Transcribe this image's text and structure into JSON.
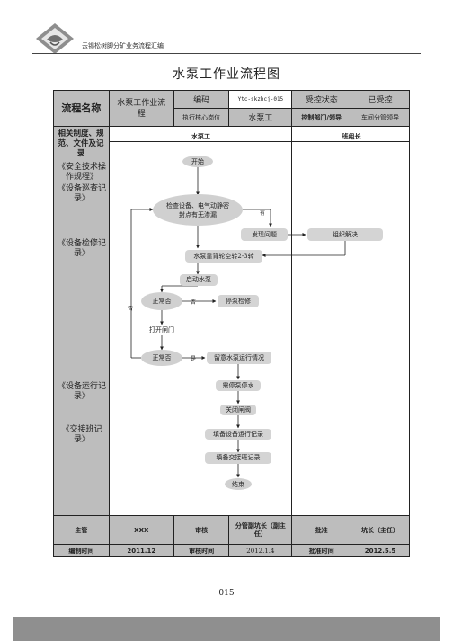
{
  "header": {
    "company": "云锡松树脚分矿业务流程汇编",
    "doc_title": "水泵工作业流程图"
  },
  "info": {
    "name_label": "流程名称",
    "name_value": "水泵工作业流程",
    "code_label": "编码",
    "code_value": "Ytc-skzhcj-015",
    "status_label": "受控状态",
    "status_value": "已受控",
    "exec_label": "执行核心岗位",
    "exec_value": "水泵工",
    "dept_label": "控制部门/领导",
    "dept_value": "车间分管领导"
  },
  "lanes": {
    "docs_header": "相关制度、规范、文件及记录",
    "lane1": "水泵工",
    "lane2": "班组长"
  },
  "docs": [
    "《安全技术操作规程》",
    "《设备巡查记录》",
    "《设备检修记录》",
    "《设备运行记录》",
    "《交接班记录》"
  ],
  "flow": {
    "start": "开始",
    "check": "检查设备、电气动静密封点有无渗漏",
    "found": "发现问题",
    "organize": "组织解决",
    "rotate": "水泵靠背轮空转2-3转",
    "startpump": "启动水泵",
    "normal1": "正常否",
    "stop_repair": "停泵检修",
    "open_valve": "打开闸门",
    "normal2": "正常否",
    "watch": "留意水泵运行情况",
    "stop_water": "需停泵停水",
    "close_valve": "关闭闸阀",
    "fill_run": "填备设备运行记录",
    "fill_shift": "填备交接班记录",
    "end": "结束",
    "yes": "有",
    "no": "否",
    "yes2": "是"
  },
  "footer": {
    "r1": [
      "主管",
      "XXX",
      "审核",
      "分管副坑长（副主任）",
      "批准",
      "坑长（主任）"
    ],
    "r2": [
      "编制时间",
      "2011.12",
      "审核时间",
      "2012.1.4",
      "批准时间",
      "2012.5.5"
    ]
  },
  "page_number": "015"
}
